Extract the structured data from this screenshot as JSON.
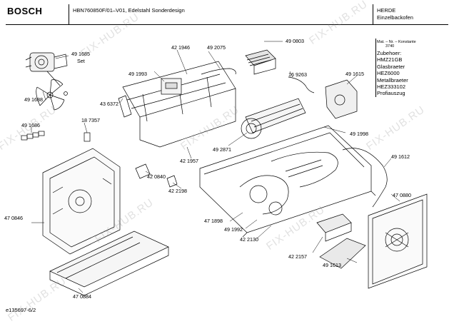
{
  "header": {
    "brand": "BOSCH",
    "model": "HBN760850F/01–V01, Edelstahl Sonderdesign",
    "category": "HERDE",
    "subcategory": "Einzelbackofen"
  },
  "side_panel": {
    "mat_label": "Mat. – Nr. – Konstante",
    "mat_value": "3740",
    "lines": [
      "Zubehoer:",
      "HMZ21GB",
      "Glasbraeter",
      "HEZ6000",
      "Metallbraeter",
      "HEZ333102",
      "Profiauszug"
    ]
  },
  "footer": {
    "code": "e135697-6/2"
  },
  "watermark": "FIX-HUB.RU",
  "callouts": [
    {
      "id": "c1",
      "text": "49 1685"
    },
    {
      "id": "c2",
      "text": "Set"
    },
    {
      "id": "c3",
      "text": "42 1946"
    },
    {
      "id": "c4",
      "text": "49 2075"
    },
    {
      "id": "c5",
      "text": "49 0803"
    },
    {
      "id": "c6",
      "text": "49 1993"
    },
    {
      "id": "c7",
      "text": "16 9263"
    },
    {
      "id": "c8",
      "text": "49 1615"
    },
    {
      "id": "c9",
      "text": "49 1688"
    },
    {
      "id": "c10",
      "text": "43 6372"
    },
    {
      "id": "c11",
      "text": "18 7357"
    },
    {
      "id": "c12",
      "text": "49 1686"
    },
    {
      "id": "c13",
      "text": "49 1998"
    },
    {
      "id": "c14",
      "text": "49 2871"
    },
    {
      "id": "c15",
      "text": "42 1957"
    },
    {
      "id": "c16",
      "text": "49 1612"
    },
    {
      "id": "c17",
      "text": "42 0840"
    },
    {
      "id": "c18",
      "text": "42 2198"
    },
    {
      "id": "c19",
      "text": "47 0880"
    },
    {
      "id": "c20",
      "text": "47 0846"
    },
    {
      "id": "c21",
      "text": "47 1898"
    },
    {
      "id": "c22",
      "text": "49 1992"
    },
    {
      "id": "c23",
      "text": "42 2130"
    },
    {
      "id": "c24",
      "text": "42 2157"
    },
    {
      "id": "c25",
      "text": "49 1613"
    },
    {
      "id": "c26",
      "text": "47 0884"
    }
  ]
}
